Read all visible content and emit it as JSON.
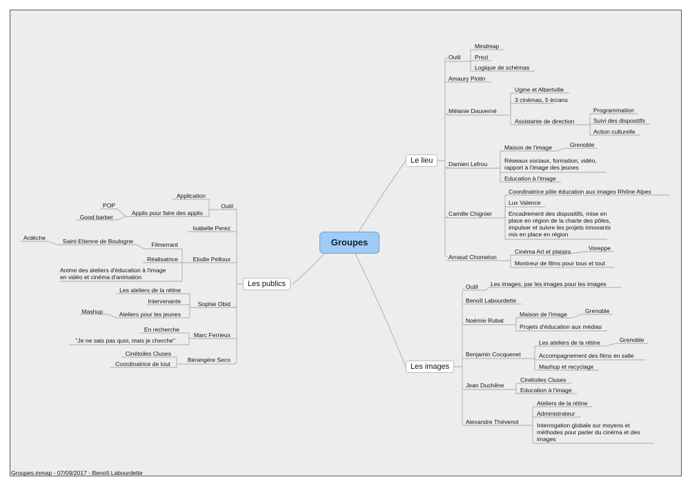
{
  "central": "Groupes",
  "footer": "Groupes.mmap - 07/09/2017 - Benoît Labourdette",
  "lieu": {
    "label": "Le lieu",
    "outil": "Outil",
    "mindmap": "Mindmap",
    "prezi": "Prezi",
    "logique": "Logique de schémas",
    "amaury": "Amaury Piotin",
    "melanie": "Mélanie Dauverné",
    "ugine": "Ugine et Albertville",
    "cinemas": "3 cinémas, 5 écrans",
    "assistante": "Assistante de direction",
    "programmation": "Programmation",
    "suivi": "Suivi des dispositifs",
    "action": "Action culturelle",
    "damien": "Damien Lefrou",
    "maison": "Maison de l'image",
    "grenoble": "Grenoble",
    "reseaux": "Réseaux sociaux, formation, vidéo,\nrapport à l'image des jeunes",
    "education": "Education à l'image",
    "camille": "Camille Chignier",
    "coordinatrice": "Coordinatrice pôle éducation aux images Rhône Alpes",
    "lux": "Lux Valence",
    "encadrement": "Encadrement des dispositifs, mise en\nplace en région de la charte des pôles,\nimpulser et suivre les projets innovants\nmis en place en région",
    "arnaud": "Arnaud Chometon",
    "cinema_art": "Cinéma Art et plaisirs",
    "voreppe": "Voreppe",
    "montreur": "Montreur de films pour tous et tout"
  },
  "images": {
    "label": "Les images",
    "outil": "Outil",
    "les_images": "Les images, par les images pour les images",
    "benoit": "Benoît Labourdette",
    "noemie": "Noémie Rubat",
    "maison": "Maison de l'image",
    "grenoble1": "Grenoble",
    "projets": "Projets d'éducation aux médias",
    "benjamin": "Benjamin Cocquenet",
    "ateliers_retine": "Les ateliers de la rétine",
    "grenoble2": "Grenoble",
    "accompagnement": "Accompagnement des films en salle",
    "mashup": "Mashup et recyclage",
    "jean": "Jean Duchêne",
    "cinetoiles": "Cinétoiles Cluses",
    "education": "Education à l'image",
    "alexandre": "Alexandre Thévenot",
    "ateliers": "Ateliers de la rétine",
    "administrateur": "Administrateur",
    "interrogation": "Interrogation globale sur moyens et\nméthodes pour parler du cinéma et des\nimages"
  },
  "publics": {
    "label": "Les publics",
    "outil": "Outil",
    "application": "Application",
    "applis": "Applis pour faire des applis",
    "pop": "POP",
    "good_barber": "Good barber",
    "isabelle": "Isabelle Perez",
    "elodie": "Elodie Pelloux",
    "filmerrant": "Filmerrant",
    "saint_etienne": "Saint-Etienne de Boulogne",
    "ardeche": "Ardèche",
    "realisatrice": "Réalisatrice",
    "anime": "Anime des ateliers d'éducation à l'image\nen vidéo et cinéma d'animation",
    "sophie": "Sophie Obid",
    "ateliers_retine": "Les ateliers de la rétine",
    "intervenante": "Intervenante",
    "ateliers_jeunes": "Ateliers pour les jeunes",
    "mashup": "Mashup",
    "marc": "Marc Ferrieux",
    "en_recherche": "En recherche",
    "je_ne_sais": "\"Je ne sais pas quoi, mais je cherche\"",
    "berangere": "Bérangère Seco",
    "cinetoiles": "Cinétoiles Cluses",
    "coordinatrice": "Coordinatrice de tout"
  }
}
